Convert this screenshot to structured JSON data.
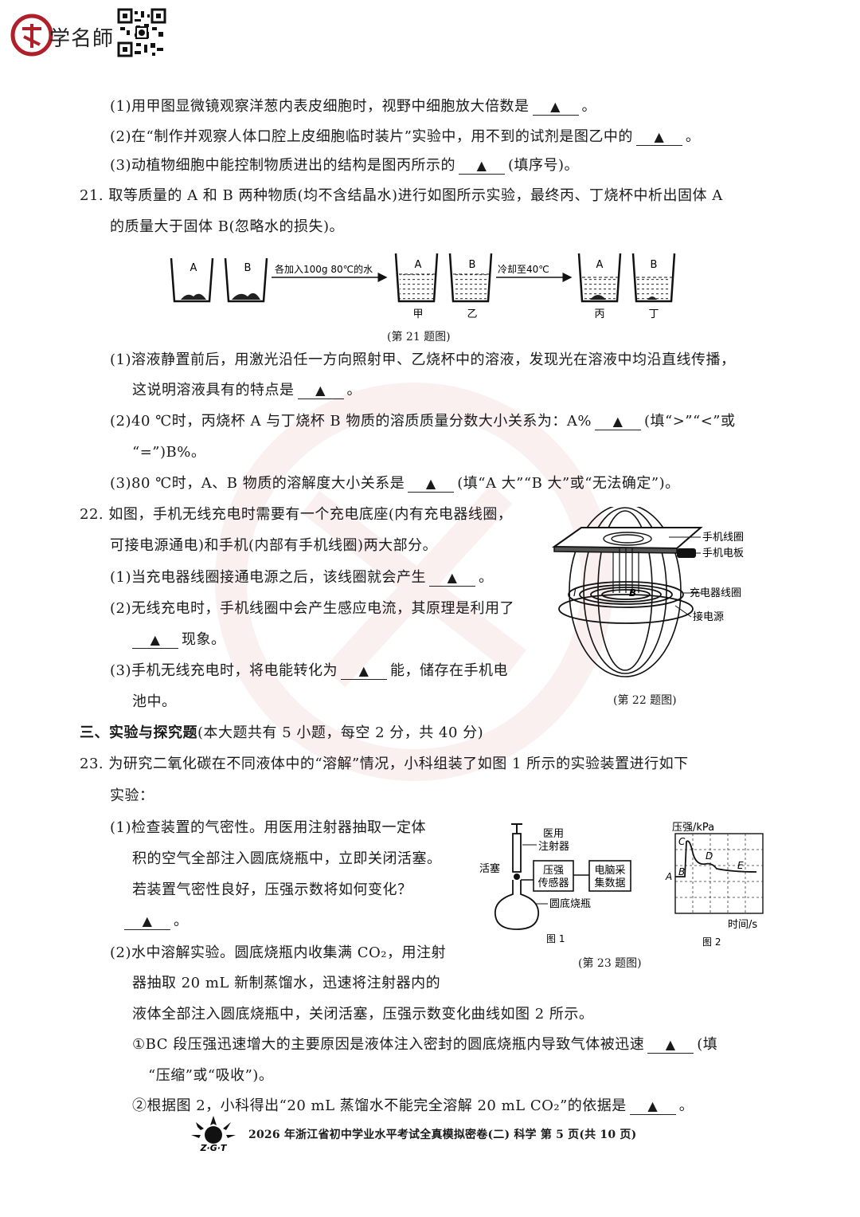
{
  "logo": {
    "text": "学名師"
  },
  "marker": "▲",
  "q20": {
    "p1": "(1)用甲图显微镜观察洋葱内表皮细胞时，视野中细胞放大倍数是",
    "p1_end": "。",
    "p2": "(2)在“制作并观察人体口腔上皮细胞临时装片”实验中，用不到的试剂是图乙中的",
    "p2_end": "。",
    "p3": "(3)动植物细胞中能控制物质进出的结构是图丙所示的",
    "p3_end": "(填序号)。"
  },
  "q21": {
    "stem1": "21. 取等质量的 A 和 B 两种物质(均不含结晶水)进行如图所示实验，最终丙、丁烧杯中析出固体 A",
    "stem2": "的质量大于固体 B(忽略水的损失)。",
    "fig": {
      "beaker_a": "A",
      "beaker_b": "B",
      "arrow1": "各加入100g 80℃的水",
      "arrow2": "冷却至40℃",
      "jia": "甲",
      "yi": "乙",
      "bing": "丙",
      "ding": "丁",
      "caption": "(第 21 题图)"
    },
    "p1a": "(1)溶液静置前后，用激光沿任一方向照射甲、乙烧杯中的溶液，发现光在溶液中均沿直线传播，",
    "p1b": "这说明溶液具有的特点是",
    "p1b_end": "。",
    "p2a": "(2)40 ℃时，丙烧杯 A 与丁烧杯 B 物质的溶质质量分数大小关系为：A%",
    "p2a_end": "(填“>”“<”或",
    "p2b": "“=”)B%。",
    "p3": "(3)80 ℃时，A、B 物质的溶解度大小关系是",
    "p3_end": "(填“A 大”“B 大”或“无法确定”)。"
  },
  "q22": {
    "stem1": "22. 如图，手机无线充电时需要有一个充电底座(内有充电器线圈，",
    "stem2": "可接电源通电)和手机(内部有手机线圈)两大部分。",
    "p1": "(1)当充电器线圈接通电源之后，该线圈就会产生",
    "p1_end": "。",
    "p2a": "(2)无线充电时，手机线圈中会产生感应电流，其原理是利用了",
    "p2b_end": "现象。",
    "p3a": "(3)手机无线充电时，将电能转化为",
    "p3a_end": "能，储存在手机电",
    "p3b": "池中。",
    "fig": {
      "label1": "手机线圈",
      "label2": "手机电板",
      "label3": "充电器线圈",
      "label4": "接电源",
      "i_label": "I",
      "b_label": "B",
      "caption": "(第 22 题图)"
    }
  },
  "section3": {
    "title": "三、实验与探究题",
    "note": "(本大题共有 5 小题，每空 2 分，共 40 分)"
  },
  "q23": {
    "stem1": "23. 为研究二氧化碳在不同液体中的“溶解”情况，小科组装了如图 1 所示的实验装置进行如下",
    "stem2": "实验：",
    "p1a": "(1)检查装置的气密性。用医用注射器抽取一定体",
    "p1b": "积的空气全部注入圆底烧瓶中，立即关闭活塞。",
    "p1c": "若装置气密性良好，压强示数将如何变化？",
    "p1d_end": "。",
    "p2a": "(2)水中溶解实验。圆底烧瓶内收集满 CO₂，用注射",
    "p2b": "器抽取 20 mL 新制蒸馏水，迅速将注射器内的",
    "p2c": "液体全部注入圆底烧瓶中，关闭活塞，压强示数变化曲线如图 2 所示。",
    "q_a1": "①BC 段压强迅速增大的主要原因是液体注入密封的圆底烧瓶内导致气体被迅速",
    "q_a1_end": "(填",
    "q_a2": "“压缩”或“吸收”)。",
    "q_b": "②根据图 2，小科得出“20 mL 蒸馏水不能完全溶解 20 mL CO₂”的依据是",
    "q_b_end": "。",
    "fig1": {
      "syringe": "医用",
      "syringe2": "注射器",
      "valve": "活塞",
      "sensor1": "压强",
      "sensor2": "传感器",
      "computer1": "电脑采",
      "computer2": "集数据",
      "flask": "圆底烧瓶",
      "caption": "图 1"
    },
    "fig2": {
      "ylabel": "压强/kPa",
      "xlabel": "时间/s",
      "pA": "A",
      "pB": "B",
      "pC": "C",
      "pD": "D",
      "pE": "E",
      "caption": "图 2"
    },
    "caption": "(第 23 题图)"
  },
  "footer": {
    "badge": "Z·G·T",
    "text": "2026 年浙江省初中学业水平考试全真模拟密卷(二) 科学 第  5  页(共 10 页)"
  }
}
